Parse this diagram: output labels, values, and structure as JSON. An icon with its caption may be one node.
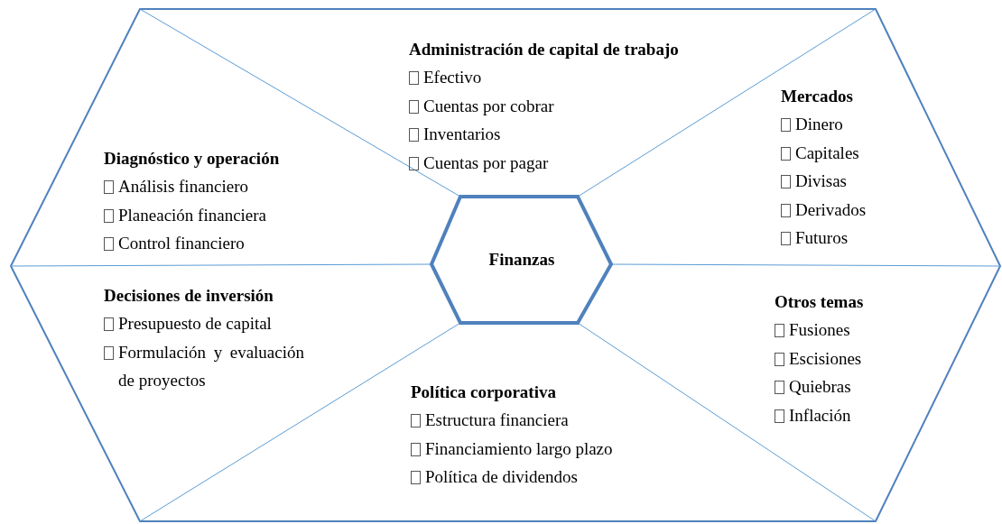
{
  "diagram": {
    "nodes": [
      {
        "text": [],
        "shape": "hexagon"
      },
      {
        "text": [
          "Administración de capital de trabajo",
          "Efectivo",
          "Cuentas por cobrar",
          "Inventarios",
          "Cuentas por pagar"
        ],
        "in": 0
      },
      {
        "text": [
          "Mercados",
          "Dinero",
          "Capitales",
          "Divisas",
          "Derivados",
          "Futuros"
        ],
        "in": 0
      },
      {
        "text": [
          "Diagnóstico y operación",
          "Análisis financiero",
          "Planeación financiera",
          "Control financiero"
        ],
        "in": 0
      },
      {
        "text": [
          "Finanzas"
        ],
        "in": 0
      },
      {
        "text": [
          "Decisiones de inversión",
          "Presupuesto de capital",
          "Formulación y evaluación de proyectos"
        ],
        "in": 0
      },
      {
        "text": [
          "Otros temas",
          "Fusiones",
          "Escisiones",
          "Quiebras",
          "Inflación"
        ],
        "in": 0
      },
      {
        "text": [
          "Política corporativa",
          "Estructura financiera",
          "Financiamiento largo plazo",
          "Política de dividendos"
        ],
        "in": 0
      }
    ]
  }
}
